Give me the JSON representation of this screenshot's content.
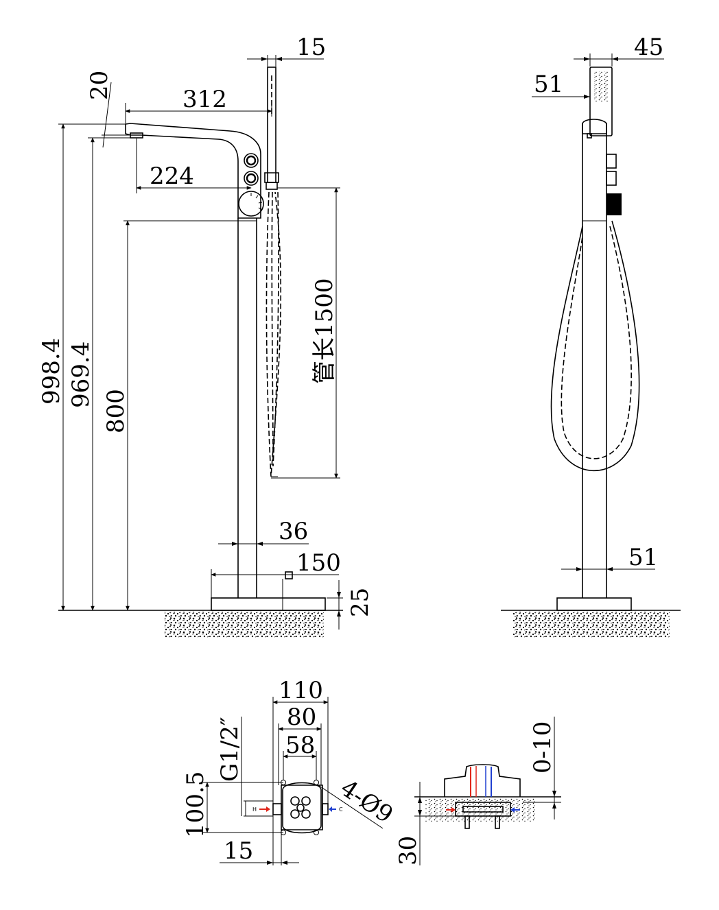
{
  "dimensions": {
    "handshower_width": "15",
    "spout_height_offset": "20",
    "spout_reach": "312",
    "spout_reach_to_body": "224",
    "total_height": "998.4",
    "spout_height": "969.4",
    "body_height": "800",
    "hose_length": "管长1500",
    "pipe_diameter": "36",
    "base_width": "150",
    "base_height": "25",
    "side_handshower_width": "45",
    "side_spout_offset": "51",
    "side_pipe_diameter": "51",
    "plate_width": "110",
    "plate_inner": "80",
    "plate_center": "58",
    "thread_size": "G1/2″",
    "hole_spacing": "100.5",
    "inlet_length": "15",
    "mount_holes": "4-Ø9",
    "adjust_range": "0-10",
    "floor_depth": "30"
  },
  "labels": {
    "hot": "H",
    "cold": "C"
  },
  "colors": {
    "hot": "#e0261b",
    "cold": "#1f3fd0",
    "line": "#000000"
  }
}
